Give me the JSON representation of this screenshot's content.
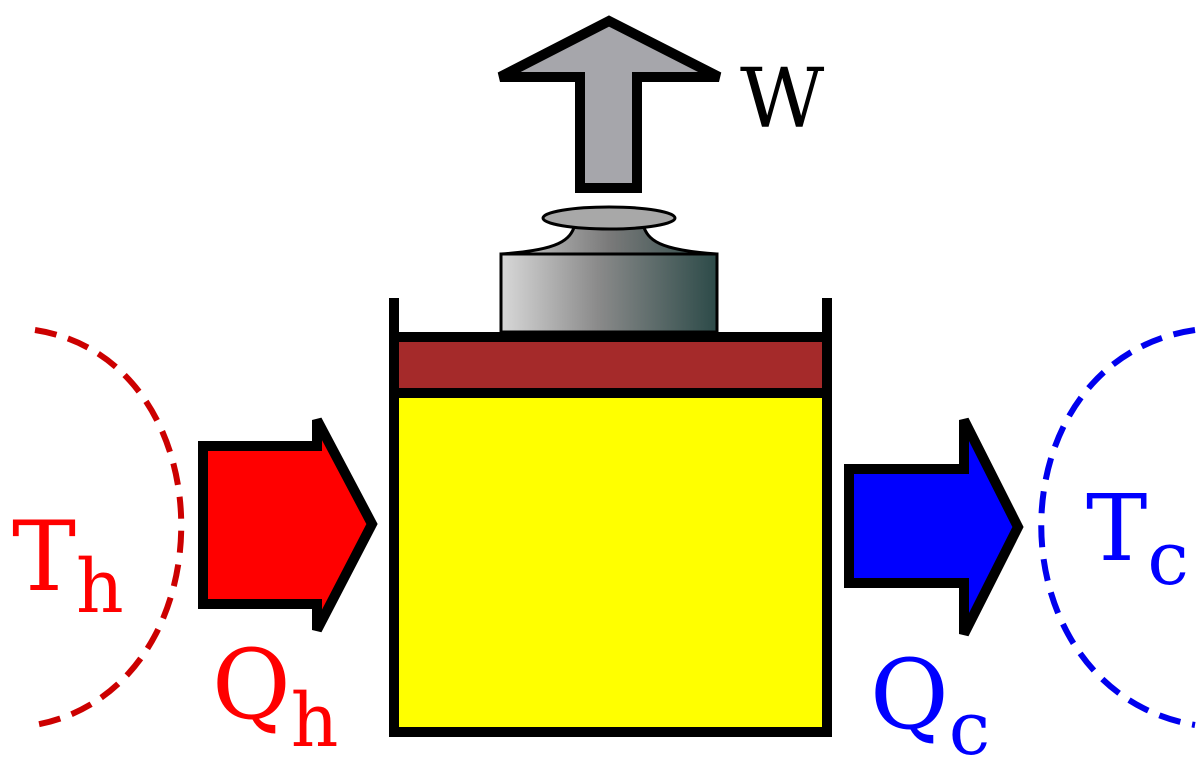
{
  "labels": {
    "work": "W",
    "hot_temperature": {
      "main": "T",
      "sub": "h"
    },
    "cold_temperature": {
      "main": "T",
      "sub": "c"
    },
    "heat_in": {
      "main": "Q",
      "sub": "h"
    },
    "heat_out": {
      "main": "Q",
      "sub": "c"
    }
  },
  "colors": {
    "hot": "#ff0000",
    "hot_dashed": "#cc0000",
    "cold": "#0000ff",
    "cold_dashed": "#0000ee",
    "work_arrow": "#a6a6ab",
    "gas": "#ffff00",
    "piston": "#a52a2a",
    "outline": "#000000",
    "label_work": "#000000"
  }
}
